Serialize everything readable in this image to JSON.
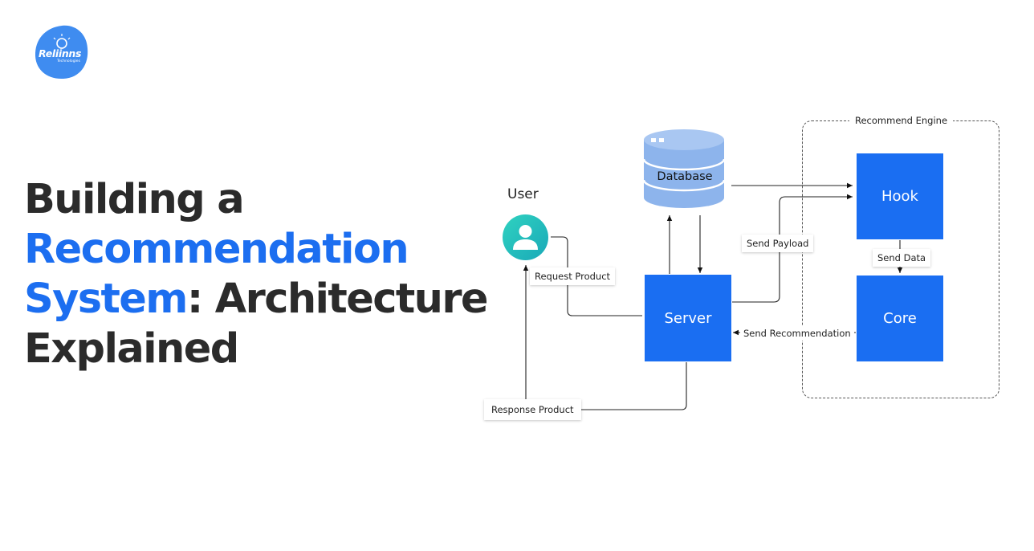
{
  "logo": {
    "text": "Reliinns",
    "subtext": "Technologies"
  },
  "headline": {
    "line1": "Building a",
    "line2": "Recommendation",
    "line3_highlight": "System",
    "line3_rest": ": Architecture",
    "line4": "Explained"
  },
  "diagram": {
    "user_label": "User",
    "database_label": "Database",
    "server_label": "Server",
    "engine_label": "Recommend Engine",
    "hook_label": "Hook",
    "core_label": "Core",
    "edges": {
      "request_product": "Request Product",
      "send_payload": "Send Payload",
      "send_data": "Send Data",
      "send_recommendation": "Send Recommendation",
      "response_product": "Response Product"
    }
  },
  "colors": {
    "brand_blue": "#1c6ef0",
    "node_blue": "#1a6ef2",
    "database_blue": "#8db4ec",
    "user_teal": "#23c4b8",
    "text_dark": "#2b2b2b"
  },
  "icons": {
    "logo": "lightbulb-logo-icon",
    "user": "user-avatar-icon",
    "database": "database-icon"
  }
}
